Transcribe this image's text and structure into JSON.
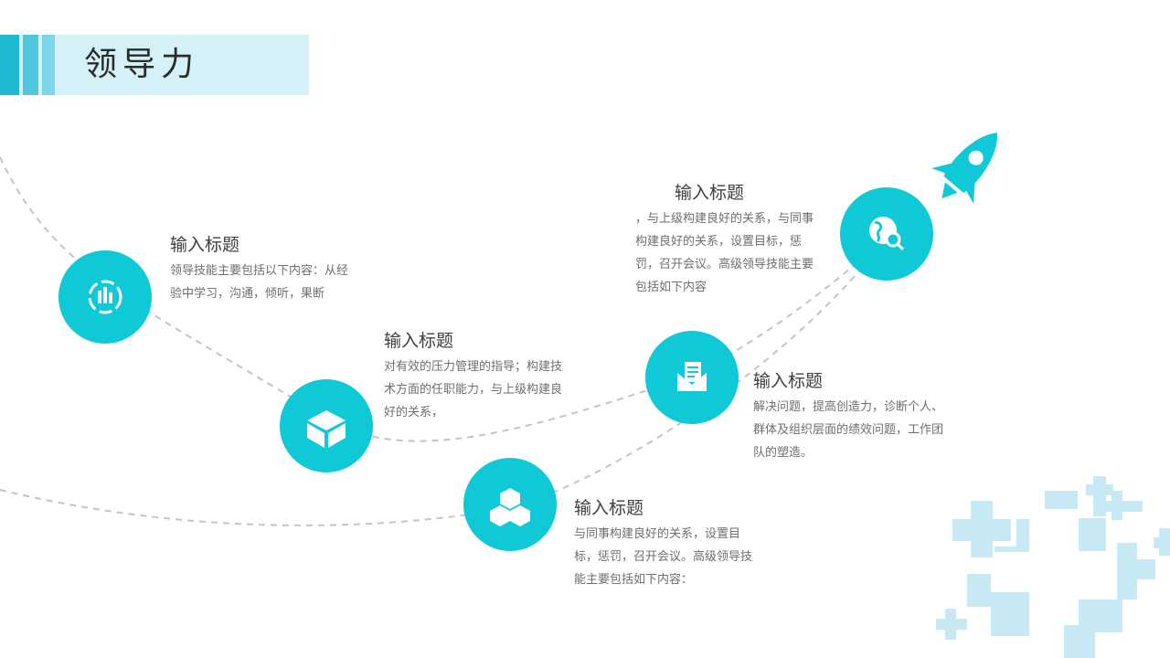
{
  "page": {
    "title": "领导力"
  },
  "colors": {
    "accent": "#0fcad6",
    "title_bg": "#d3f1f6",
    "stripe_1": "#1fb8d2",
    "stripe_2": "#4fc8de",
    "stripe_3": "#7ad6e8",
    "dash_line": "#c4c4c4",
    "deco": "#c7e9f3"
  },
  "steps": [
    {
      "icon": "chart-icon",
      "heading": "输入标题",
      "desc": "领导技能主要包括以下内容：从经验中学习，沟通，倾听，果断"
    },
    {
      "icon": "cube-icon",
      "heading": "输入标题",
      "desc": "对有效的压力管理的指导；构建技术方面的任职能力，与上级构建良好的关系，"
    },
    {
      "icon": "cubes-stack-icon",
      "heading": "输入标题",
      "desc": "与同事构建良好的关系，设置目标，惩罚，召开会议。高级领导技能主要包括如下内容："
    },
    {
      "icon": "mail-document-icon",
      "heading": "输入标题",
      "desc": "解决问题，提高创造力，诊断个人、群体及组织层面的绩效问题，工作团队的塑造。"
    },
    {
      "icon": "globe-search-icon",
      "heading": "输入标题",
      "desc": "，与上级构建良好的关系，与同事构建良好的关系，设置目标，惩罚，召开会议。高级领导技能主要包括如下内容"
    }
  ],
  "decor": {
    "rocket_icon": "rocket-icon"
  }
}
